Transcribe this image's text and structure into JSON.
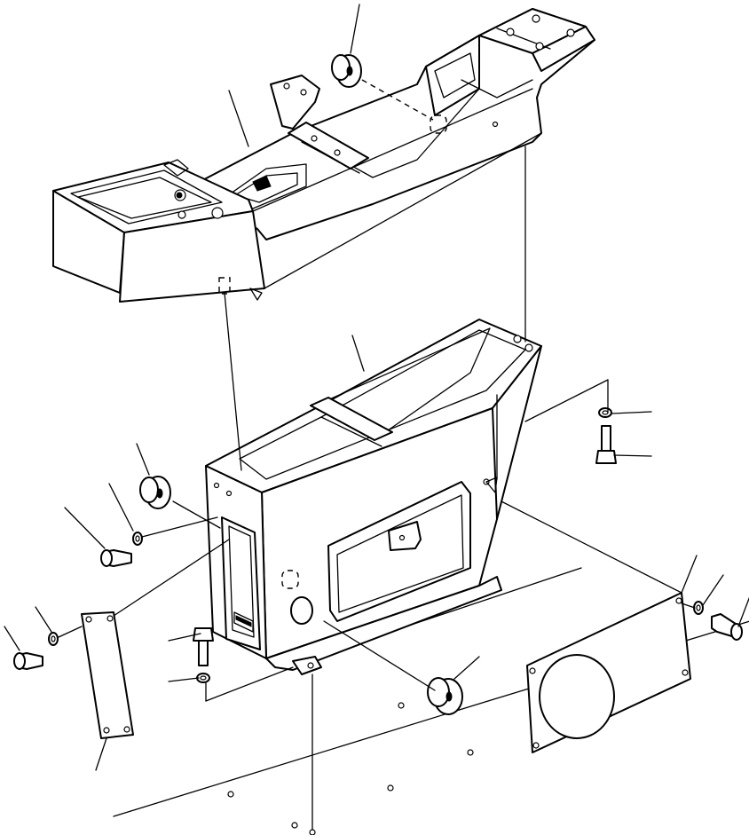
{
  "figure": {
    "background_color": "#ffffff",
    "line_color": "#000000",
    "parts": [
      {
        "id": "upper-frame",
        "kind": "weldment"
      },
      {
        "id": "lower-box-frame",
        "kind": "weldment"
      },
      {
        "id": "rubber-mount-top",
        "kind": "rubber-mount"
      },
      {
        "id": "rubber-mount-left",
        "kind": "rubber-mount"
      },
      {
        "id": "rubber-mount-bottom",
        "kind": "rubber-mount"
      },
      {
        "id": "cover-plate-left",
        "kind": "cover"
      },
      {
        "id": "cover-plate-right",
        "kind": "cover"
      },
      {
        "id": "bolt-left-mount",
        "kind": "bolt"
      },
      {
        "id": "bolt-left-cover",
        "kind": "bolt"
      },
      {
        "id": "bolt-right-cover",
        "kind": "bolt"
      },
      {
        "id": "bolt-right-upper",
        "kind": "bolt"
      },
      {
        "id": "bolt-center",
        "kind": "bolt"
      }
    ]
  }
}
